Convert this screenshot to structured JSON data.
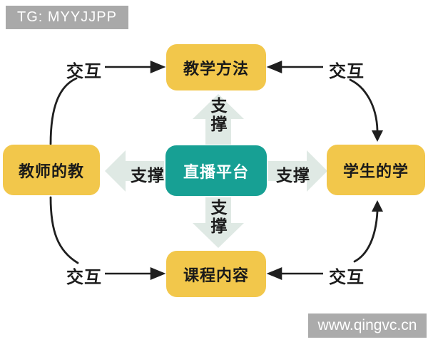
{
  "watermarks": {
    "tg_label": "TG: MYYJJPP",
    "site_url": "www.qingvc.cn"
  },
  "diagram": {
    "nodes": {
      "center": {
        "label": "直播平台"
      },
      "top": {
        "label": "教学方法"
      },
      "left": {
        "label": "教师的教"
      },
      "right": {
        "label": "学生的学"
      },
      "bottom": {
        "label": "课程内容"
      }
    },
    "support_labels": {
      "up": "支撑",
      "down": "支撑",
      "left": "支撑",
      "right": "支撑"
    },
    "interaction_labels": {
      "top_left": "交互",
      "top_right": "交互",
      "bottom_left": "交互",
      "bottom_right": "交互"
    },
    "relations": [
      "直播平台 -支撑-> 教学方法",
      "直播平台 -支撑-> 教师的教",
      "直播平台 -支撑-> 学生的学",
      "直播平台 -支撑-> 课程内容",
      "教师的教 <-交互-> 教学方法",
      "教学方法 <-交互-> 学生的学",
      "教师的教 <-交互-> 课程内容",
      "课程内容 <-交互-> 学生的学"
    ],
    "colors": {
      "center_box": "#17a094",
      "outer_box": "#f2c74b",
      "support_arrow": "#dfe9e4",
      "line": "#1f1f1f",
      "watermark_bg": "#ababab",
      "background": "#ffffff"
    }
  }
}
